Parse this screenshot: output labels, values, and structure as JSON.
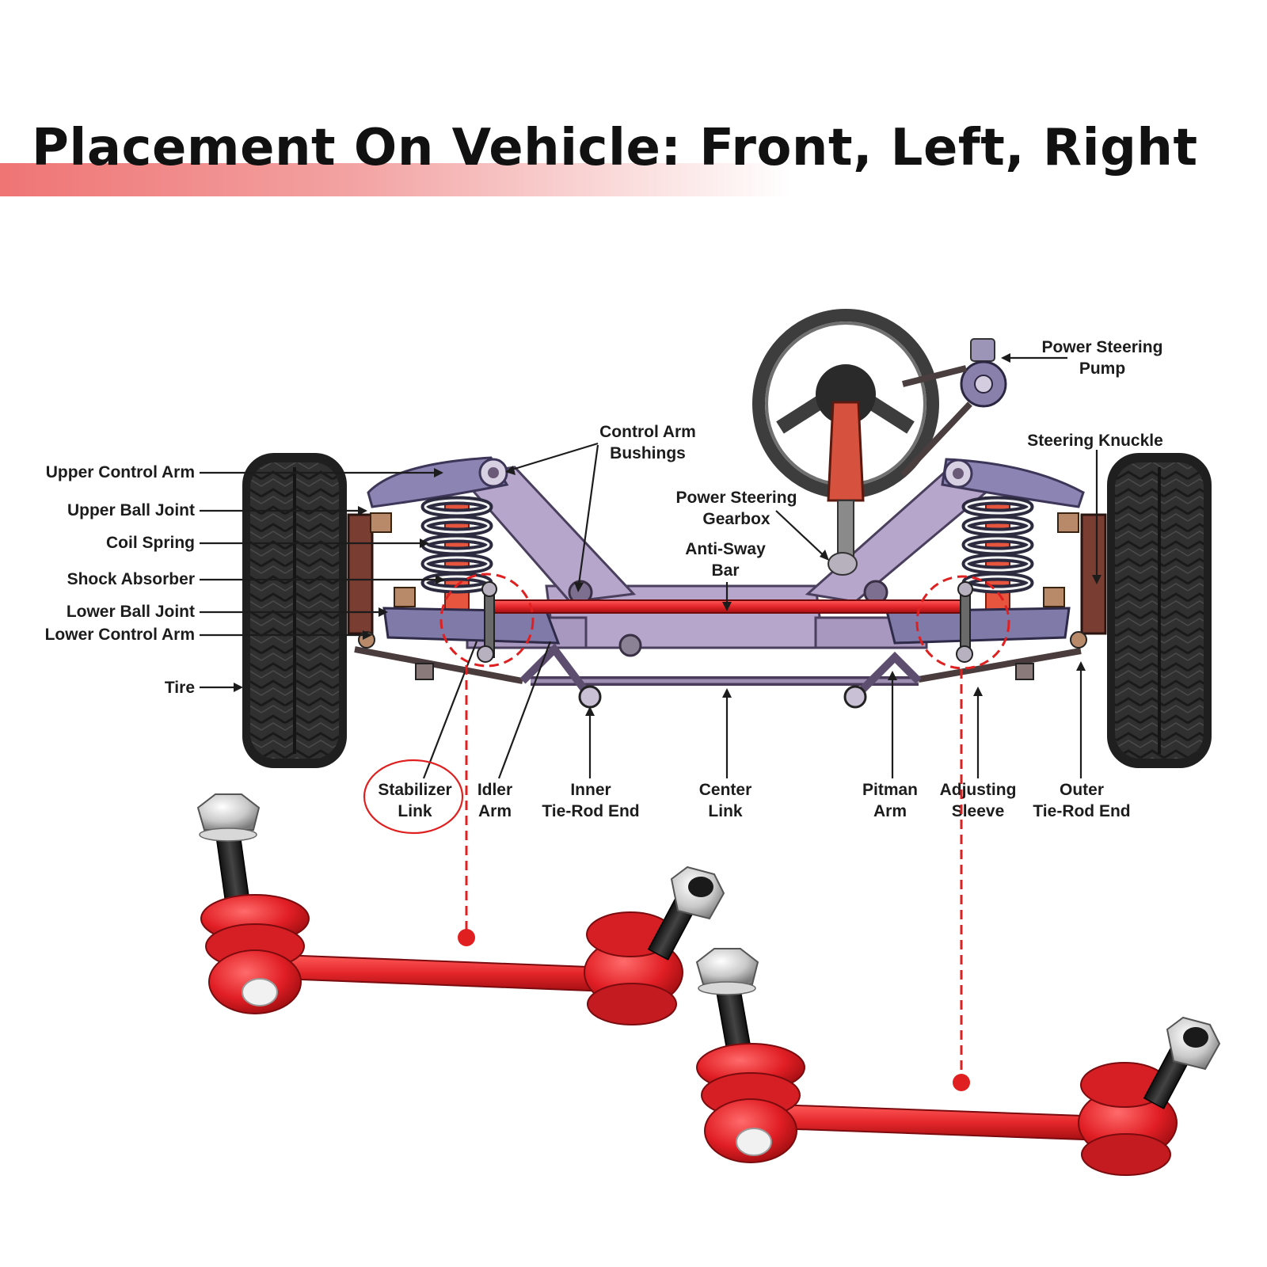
{
  "title": "Placement On Vehicle: Front, Left, Right",
  "colors": {
    "accent_red": "#e02020",
    "frame_purple": "#b3a2c9",
    "arm_purple": "#8c85b3",
    "link_red": "#e4262a",
    "tire": "#2b2b2b"
  },
  "labels": {
    "upper_control_arm": "Upper Control Arm",
    "upper_ball_joint": "Upper Ball Joint",
    "coil_spring": "Coil Spring",
    "shock_absorber": "Shock Absorber",
    "lower_ball_joint": "Lower Ball Joint",
    "lower_control_arm": "Lower Control Arm",
    "tire": "Tire",
    "control_arm_bushings": [
      "Control Arm",
      "Bushings"
    ],
    "power_steering_gearbox": [
      "Power Steering",
      "Gearbox"
    ],
    "anti_sway_bar": [
      "Anti-Sway",
      "Bar"
    ],
    "power_steering_pump": [
      "Power Steering",
      "Pump"
    ],
    "steering_knuckle": "Steering Knuckle",
    "stabilizer_link": [
      "Stabilizer",
      "Link"
    ],
    "idler_arm": [
      "Idler",
      "Arm"
    ],
    "inner_tie_rod_end": [
      "Inner",
      "Tie-Rod End"
    ],
    "center_link": [
      "Center",
      "Link"
    ],
    "pitman_arm": [
      "Pitman",
      "Arm"
    ],
    "adjusting_sleeve": [
      "Adjusting",
      "Sleeve"
    ],
    "outer_tie_rod_end": [
      "Outer",
      "Tie-Rod End"
    ]
  }
}
